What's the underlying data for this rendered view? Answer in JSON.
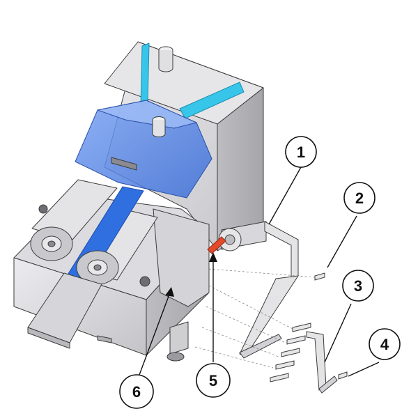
{
  "callouts": [
    {
      "id": "1",
      "label": "1"
    },
    {
      "id": "2",
      "label": "2"
    },
    {
      "id": "3",
      "label": "3"
    },
    {
      "id": "4",
      "label": "4"
    },
    {
      "id": "5",
      "label": "5"
    },
    {
      "id": "6",
      "label": "6"
    }
  ],
  "colors": {
    "line": "#3b3b3b",
    "body": "#cfcfd2",
    "body_dark": "#a9a9ad",
    "body_light": "#e8e8ea",
    "cover_blue": "#5b86e6",
    "belt_blue": "#2f6fe0",
    "cyan_strut": "#37c6e9",
    "accent_red": "#e24a2a"
  },
  "icons": {
    "machine": "bread-slicer-machine-icon",
    "bracket": "mounting-bracket-icon"
  }
}
